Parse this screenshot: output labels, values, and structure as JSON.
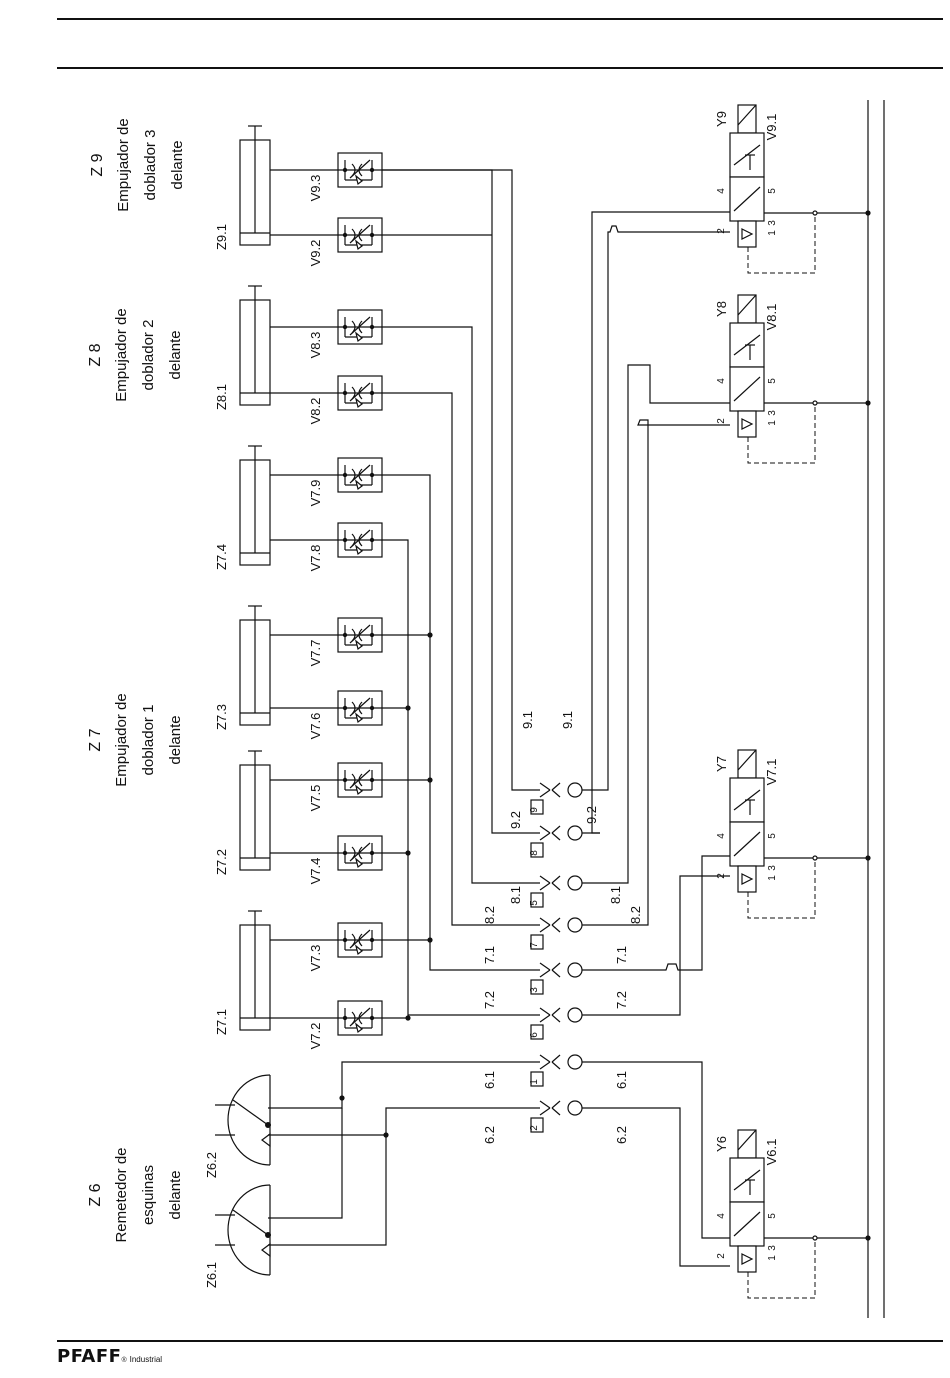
{
  "groups": {
    "z9": {
      "id": "Z 9",
      "lines": [
        "Empujador de",
        "doblador 3",
        "delante"
      ]
    },
    "z8": {
      "id": "Z 8",
      "lines": [
        "Empujador de",
        "doblador 2",
        "delante"
      ]
    },
    "z7": {
      "id": "Z 7",
      "lines": [
        "Empujador de",
        "doblador 1",
        "delante"
      ]
    },
    "z6": {
      "id": "Z 6",
      "lines": [
        "Remetedor de",
        "esquinas",
        "delante"
      ]
    }
  },
  "cylinders": [
    "Z9.1",
    "Z8.1",
    "Z7.4",
    "Z7.3",
    "Z7.2",
    "Z7.1",
    "Z6.2",
    "Z6.1"
  ],
  "throttles": [
    "V9.3",
    "V9.2",
    "V8.3",
    "V8.2",
    "V7.9",
    "V7.8",
    "V7.7",
    "V7.6",
    "V7.5",
    "V7.4",
    "V7.3",
    "V7.2"
  ],
  "valves": [
    {
      "solenoid": "Y9",
      "name": "V9.1"
    },
    {
      "solenoid": "Y8",
      "name": "V8.1"
    },
    {
      "solenoid": "Y7",
      "name": "V7.1"
    },
    {
      "solenoid": "Y6",
      "name": "V6.1"
    }
  ],
  "ports": {
    "p4": "4",
    "p2": "2",
    "p5": "5",
    "p3": "3",
    "p1": "1"
  },
  "coupling_numbers": [
    "9",
    "8",
    "5",
    "7",
    "3",
    "6",
    "1",
    "2"
  ],
  "lines_left": [
    "9.1",
    "9.2",
    "8.1",
    "8.2",
    "7.1",
    "7.2",
    "6.1",
    "6.2"
  ],
  "lines_right": [
    "9.1",
    "9.2",
    "8.1",
    "8.2",
    "7.1",
    "7.2",
    "6.1",
    "6.2"
  ],
  "logo": {
    "word": "PFAFF",
    "reg": "®",
    "sub": "Industrial"
  }
}
